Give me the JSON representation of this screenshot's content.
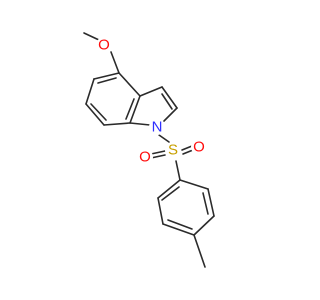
{
  "molecule": {
    "atoms": {
      "oxygen_methoxy": {
        "label": "O",
        "color": "#ff0d0d"
      },
      "nitrogen": {
        "label": "N",
        "color": "#2f2fff"
      },
      "sulfur": {
        "label": "S",
        "color": "#c8a000"
      },
      "oxygen_sulfonyl_left": {
        "label": "O",
        "color": "#ff0d0d"
      },
      "oxygen_sulfonyl_right": {
        "label": "O",
        "color": "#ff0d0d"
      }
    },
    "bond_color": "#2b2b2b"
  }
}
